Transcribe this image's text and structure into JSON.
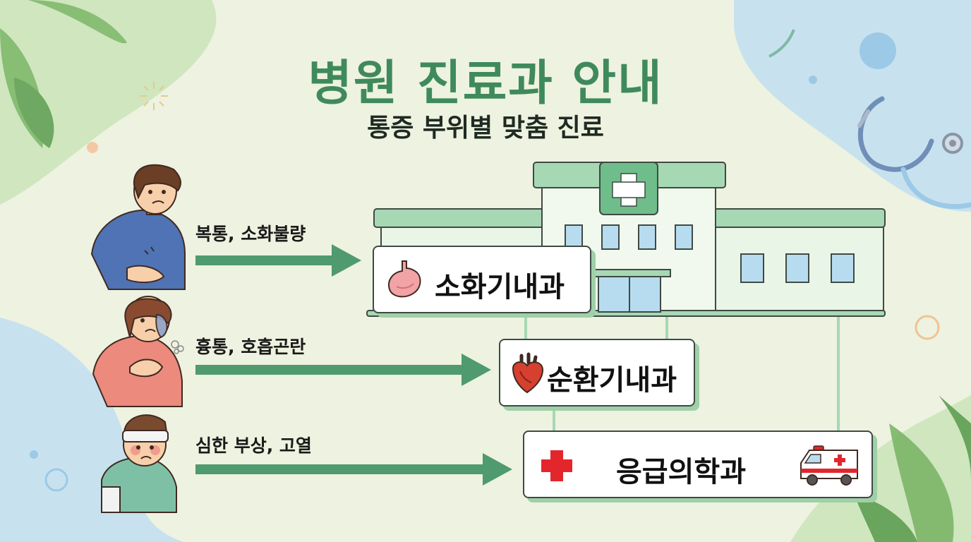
{
  "header": {
    "title": "병원 진료과 안내",
    "subtitle": "통증 부위별 맞춤 진료"
  },
  "flows": [
    {
      "symptom": "복통, 소화불량",
      "department": "소화기내과",
      "dept_icon": "stomach-icon",
      "patient_icon": "patient-stomachache-icon"
    },
    {
      "symptom": "흉통, 호흡곤란",
      "department": "순환기내과",
      "dept_icon": "heart-icon",
      "patient_icon": "patient-chestpain-icon"
    },
    {
      "symptom": "심한 부상, 고열",
      "department": "응급의학과",
      "dept_icon": "red-cross-icon",
      "extra_icon": "ambulance-icon",
      "patient_icon": "patient-injured-icon"
    }
  ],
  "colors": {
    "title_green": "#3f8a5c",
    "arrow_green": "#4f9a6e",
    "building_green": "#a6d8b4",
    "background": "#eef2e0",
    "accent_red": "#e3262c"
  }
}
